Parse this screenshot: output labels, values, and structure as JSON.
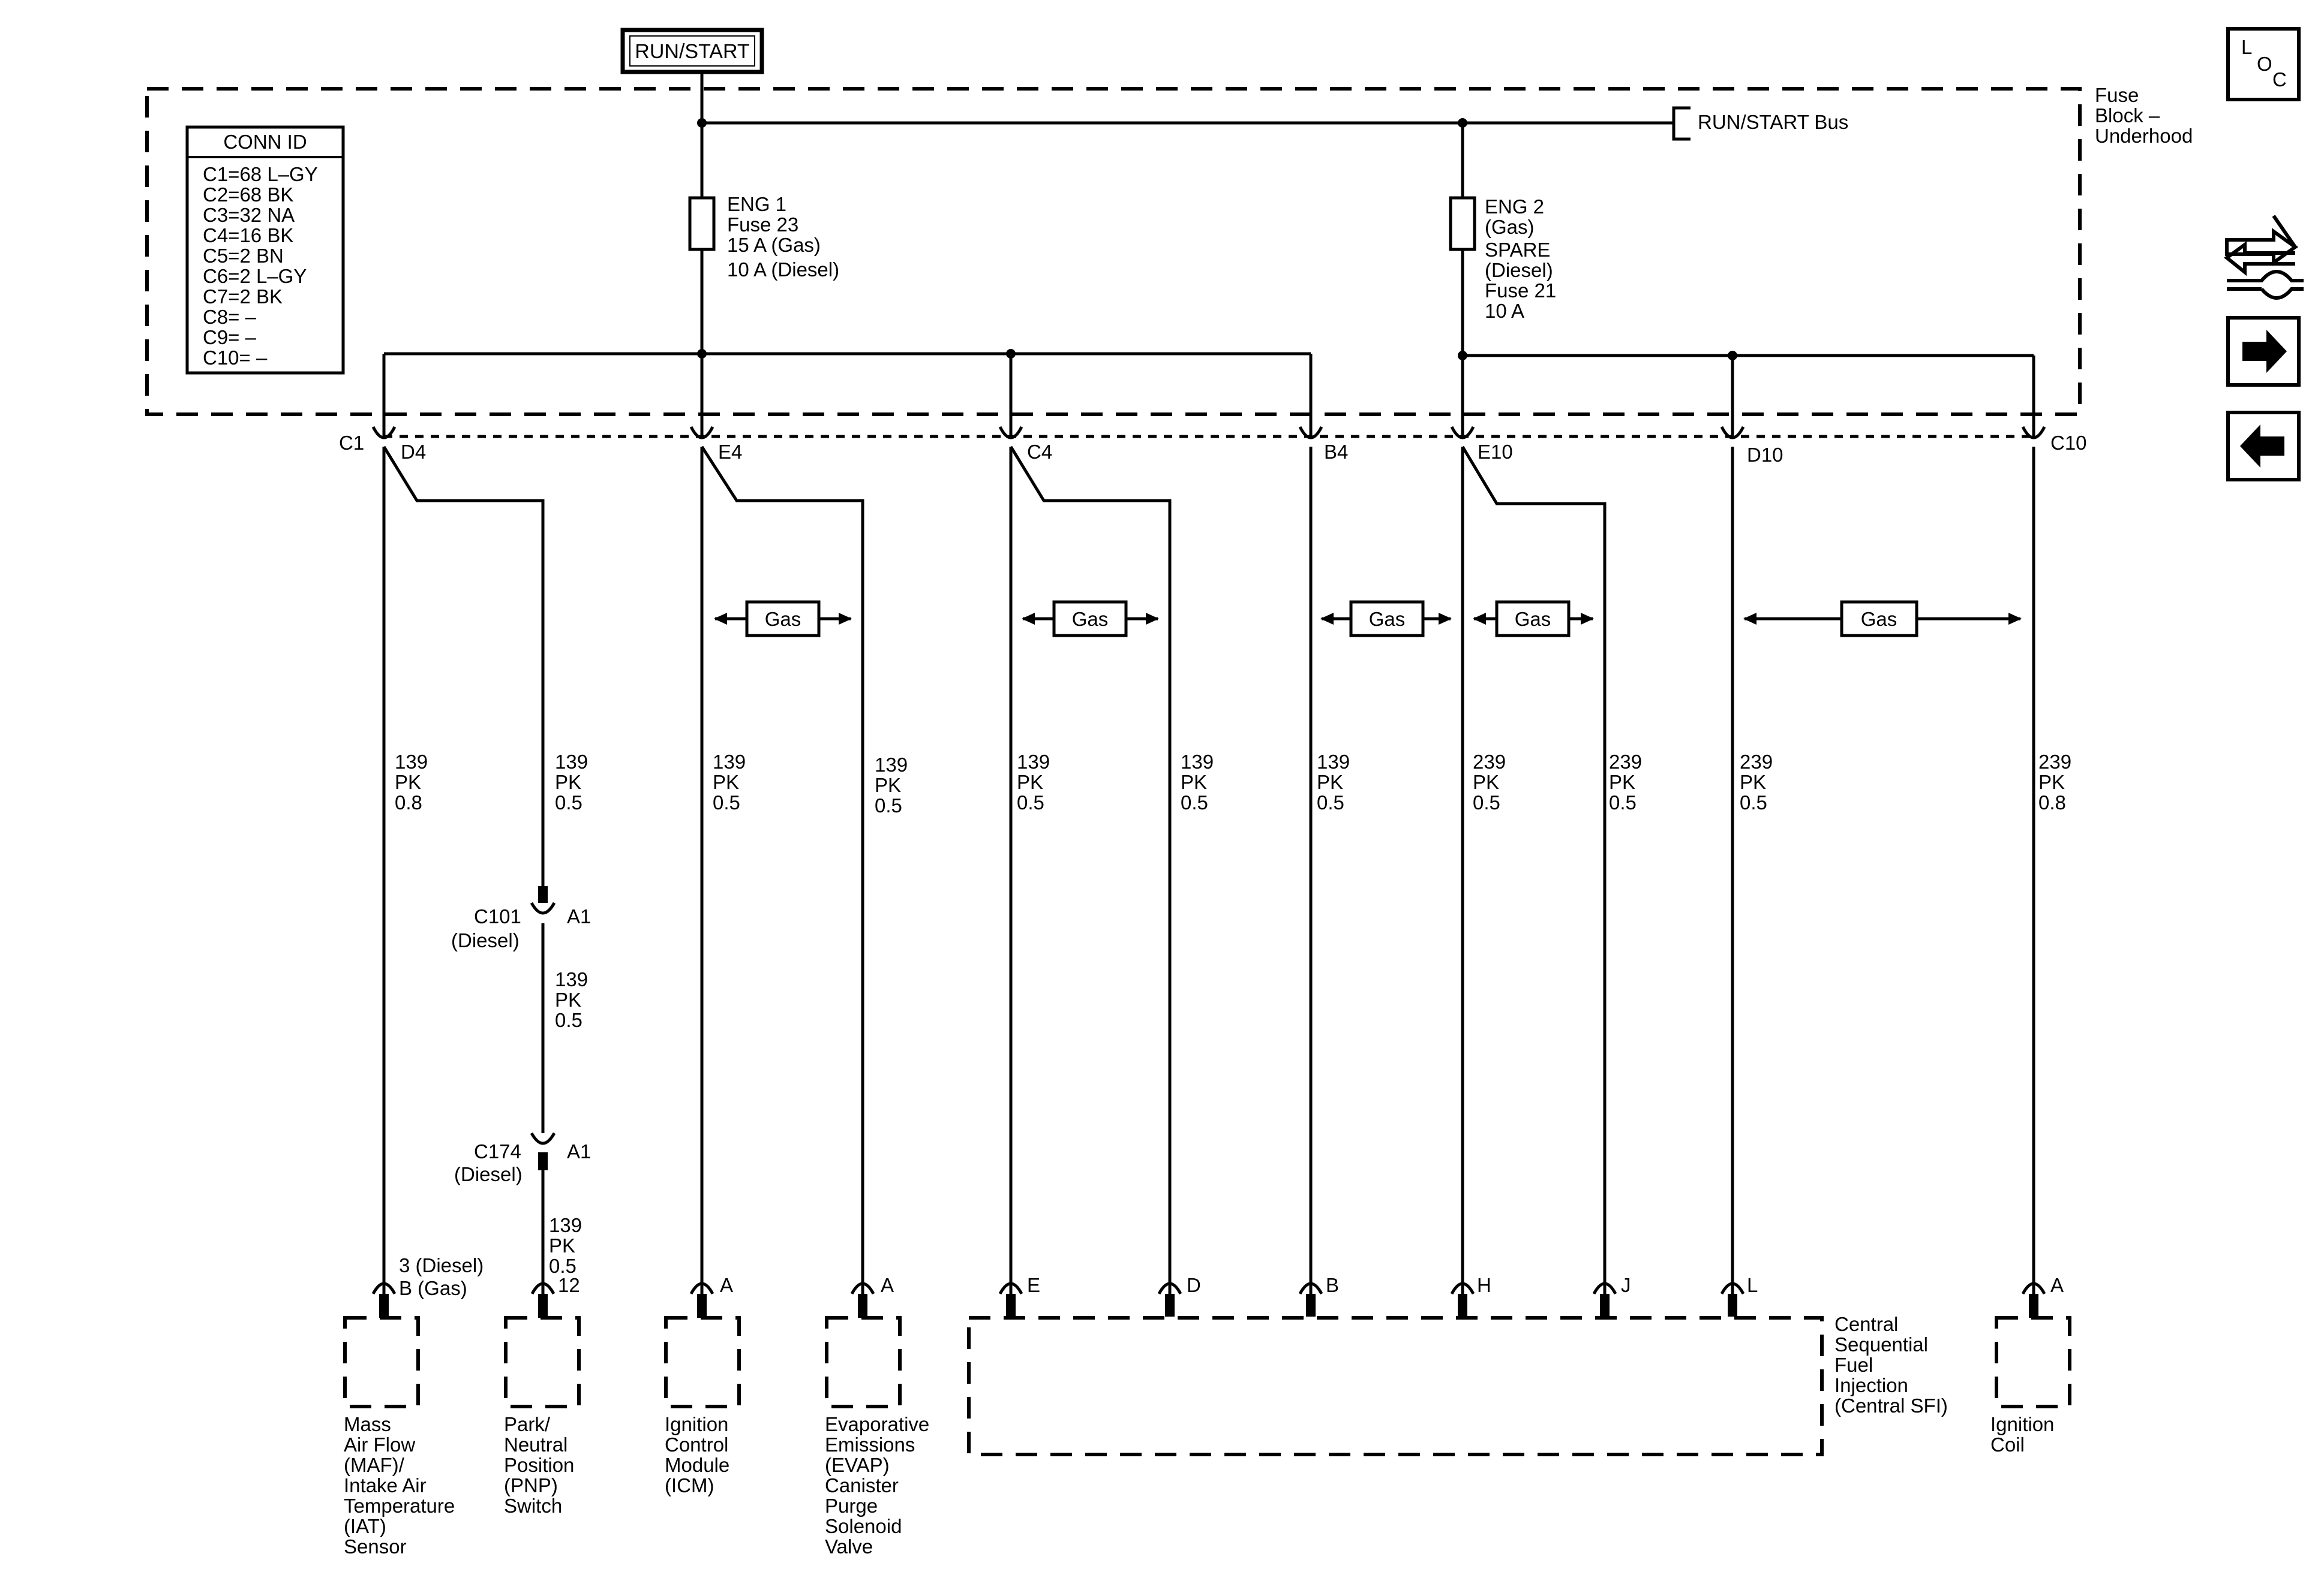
{
  "power": {
    "source_label": "RUN/START",
    "bus_label": "RUN/START Bus"
  },
  "fuse_block": {
    "label_lines": [
      "Fuse",
      "Block –",
      "Underhood"
    ]
  },
  "conn_id": {
    "title": "CONN ID",
    "lines": [
      "C1=68 L–GY",
      "C2=68 BK",
      "C3=32 NA",
      "C4=16 BK",
      "C5=2 BN",
      "C6=2 L–GY",
      "C7=2 BK",
      "C8= –",
      "C9= –",
      "C10= –"
    ]
  },
  "fuses": [
    {
      "lines": [
        "ENG 1",
        "Fuse 23",
        "15 A (Gas)",
        "10 A (Diesel)"
      ]
    },
    {
      "lines": [
        "ENG 2",
        "(Gas)",
        "SPARE",
        "(Diesel)",
        "Fuse 21",
        "10 A"
      ]
    }
  ],
  "connector_labels": {
    "c1": "C1",
    "d4": "D4",
    "e4": "E4",
    "c4": "C4",
    "b4": "B4",
    "e10": "E10",
    "d10": "D10",
    "c10": "C10"
  },
  "gas_label": "Gas",
  "wires": [
    {
      "lines": [
        "139",
        "PK",
        "0.8"
      ]
    },
    {
      "lines": [
        "139",
        "PK",
        "0.5"
      ]
    },
    {
      "lines": [
        "139",
        "PK",
        "0.5"
      ]
    },
    {
      "lines": [
        "139",
        "PK",
        "0.5"
      ]
    },
    {
      "lines": [
        "139",
        "PK",
        "0.5"
      ]
    },
    {
      "lines": [
        "139",
        "PK",
        "0.5"
      ]
    },
    {
      "lines": [
        "139",
        "PK",
        "0.5"
      ]
    },
    {
      "lines": [
        "239",
        "PK",
        "0.5"
      ]
    },
    {
      "lines": [
        "239",
        "PK",
        "0.5"
      ]
    },
    {
      "lines": [
        "239",
        "PK",
        "0.5"
      ]
    },
    {
      "lines": [
        "239",
        "PK",
        "0.8"
      ]
    }
  ],
  "inline_connectors": [
    {
      "name": "C101",
      "note": "(Diesel)",
      "pin": "A1",
      "wire_below": [
        "139",
        "PK",
        "0.5"
      ]
    },
    {
      "name": "C174",
      "note": "(Diesel)",
      "pin": "A1",
      "wire_below": [
        "139",
        "PK",
        "0.5"
      ]
    }
  ],
  "component_pins": {
    "maf": [
      "3 (Diesel)",
      "B (Gas)"
    ],
    "pnp": "12",
    "icm": "A",
    "evap": "A",
    "sfi": [
      "E",
      "D",
      "B",
      "H",
      "J",
      "L"
    ],
    "coil": "A"
  },
  "components": {
    "maf": [
      "Mass",
      "Air Flow",
      "(MAF)/",
      "Intake Air",
      "Temperature",
      "(IAT)",
      "Sensor"
    ],
    "pnp": [
      "Park/",
      "Neutral",
      "Position",
      "(PNP)",
      "Switch"
    ],
    "icm": [
      "Ignition",
      "Control",
      "Module",
      "(ICM)"
    ],
    "evap": [
      "Evaporative",
      "Emissions",
      "(EVAP)",
      "Canister",
      "Purge",
      "Solenoid",
      "Valve"
    ],
    "sfi": [
      "Central",
      "Sequential",
      "Fuel",
      "Injection",
      "(Central SFI)"
    ],
    "coil": [
      "Ignition",
      "Coil"
    ]
  },
  "nav": {
    "loc_letters": [
      "L",
      "O",
      "C"
    ]
  }
}
